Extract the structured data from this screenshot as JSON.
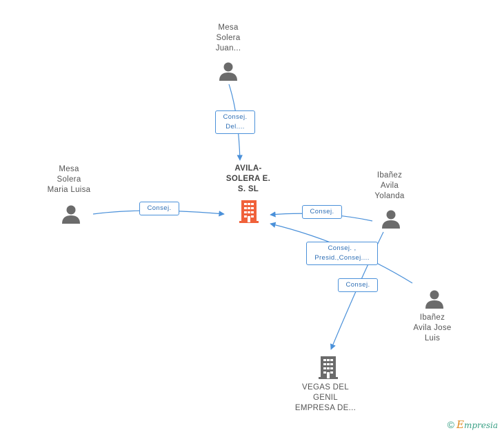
{
  "nodes": {
    "mesa_juan": {
      "label": "Mesa\nSolera\nJuan..."
    },
    "mesa_maria": {
      "label": "Mesa\nSolera\nMaria Luisa"
    },
    "main_company": {
      "label": "AVILA-\nSOLERA E.\nS.  SL"
    },
    "ibanez_yolanda": {
      "label": "Ibañez\nAvila\nYolanda"
    },
    "ibanez_jose": {
      "label": "Ibañez\nAvila Jose\nLuis"
    },
    "vegas_company": {
      "label": "VEGAS DEL\nGENIL\nEMPRESA DE..."
    }
  },
  "edges": {
    "juan_to_main": {
      "label": "Consej.\nDel...."
    },
    "maria_to_main": {
      "label": "Consej."
    },
    "yolanda_to_main": {
      "label": "Consej."
    },
    "jose_to_main": {
      "label": "Consej. ,\nPresid.,Consej...."
    },
    "yolanda_to_vegas": {
      "label": "Consej."
    }
  },
  "colors": {
    "person_icon": "#6b6b6b",
    "main_company_icon": "#f0613a",
    "other_company_icon": "#6b6b6b",
    "edge": "#4a90d9"
  },
  "footer": {
    "copyright": "©",
    "brand_initial": "E",
    "brand_rest": "mpresia"
  }
}
